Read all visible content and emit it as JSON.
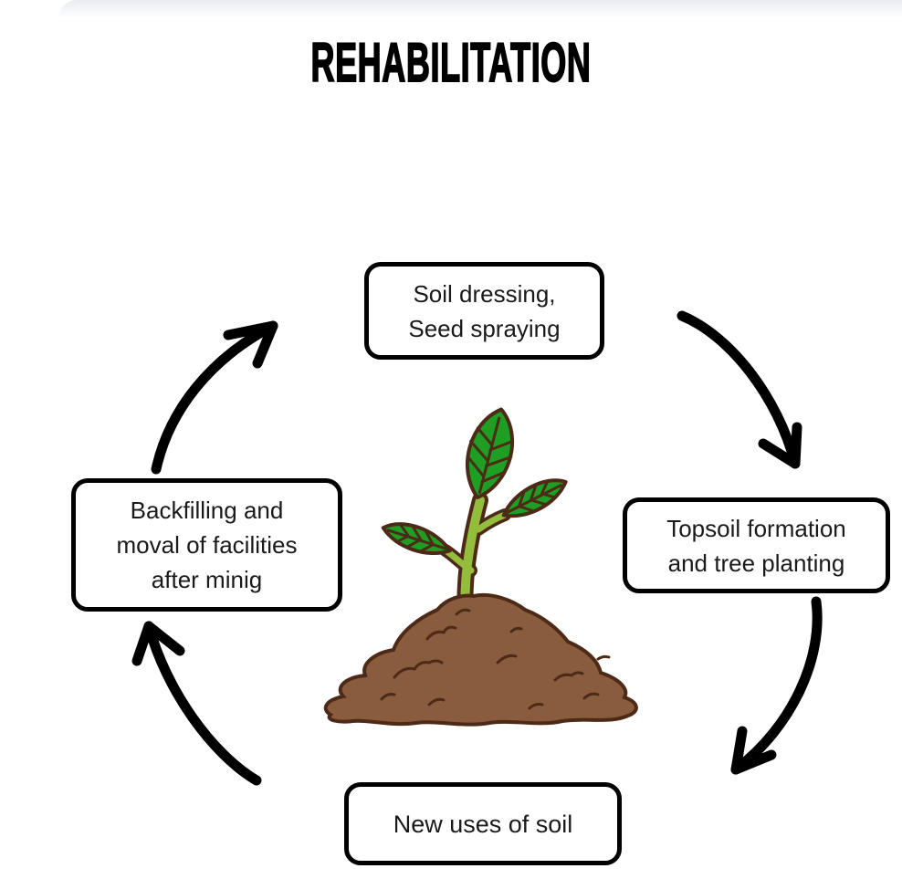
{
  "title": "REHABILITATION",
  "cycle": {
    "nodes": [
      {
        "id": "soil-dressing",
        "position": "top",
        "lines": [
          "Soil dressing,",
          "Seed spraying"
        ]
      },
      {
        "id": "topsoil-formation",
        "position": "right",
        "lines": [
          "Topsoil formation",
          "and tree planting"
        ]
      },
      {
        "id": "new-uses-of-soil",
        "position": "bottom",
        "lines": [
          "New uses of soil"
        ]
      },
      {
        "id": "backfilling",
        "position": "left",
        "lines": [
          "Backfilling and",
          "moval of facilities",
          "after minig"
        ]
      }
    ],
    "arrows": [
      {
        "from": "backfilling",
        "to": "soil-dressing",
        "direction": "up-right"
      },
      {
        "from": "soil-dressing",
        "to": "topsoil-formation",
        "direction": "down-right"
      },
      {
        "from": "topsoil-formation",
        "to": "new-uses-of-soil",
        "direction": "down-left"
      },
      {
        "from": "new-uses-of-soil",
        "to": "backfilling",
        "direction": "up-left"
      }
    ]
  },
  "illustration": {
    "name": "seedling-sprouting-from-soil-mound",
    "leaf_count": 3
  },
  "colors": {
    "leaf_green": "#1f9e24",
    "stem_green": "#95bd3c",
    "soil_brown": "#8a5c3e",
    "outline_brown": "#4d2a17",
    "arrow_black": "#000000",
    "box_border": "#000000",
    "text": "#1a1a1a",
    "background": "#ffffff",
    "top_shade": "#e9ecef"
  }
}
